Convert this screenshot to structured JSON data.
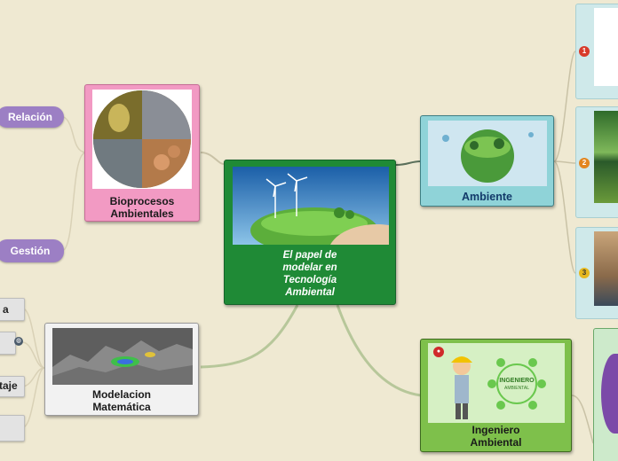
{
  "central": {
    "title": "El papel de modelar en Tecnología Ambiental"
  },
  "bioprocesos": {
    "label": "Bioprocesos Ambientales"
  },
  "ambiente": {
    "label": "Ambiente"
  },
  "modelacion": {
    "label": "Modelacion Matemática"
  },
  "ingeniero": {
    "label": "Ingeniero Ambiental",
    "image_text": "INGENIERO",
    "image_subtext": "AMBIENTAL"
  },
  "left_pills": [
    "Relación",
    "Gestión"
  ],
  "left_edge_items": [
    "a",
    "",
    "taje",
    ""
  ],
  "badges": [
    "1",
    "2",
    "3"
  ],
  "colors": {
    "central": "#1f8a36",
    "bioprocesos": "#f29ac3",
    "ambiente": "#8fd3d8",
    "ingeniero": "#7ec04b",
    "pill": "#9c7fc4"
  }
}
